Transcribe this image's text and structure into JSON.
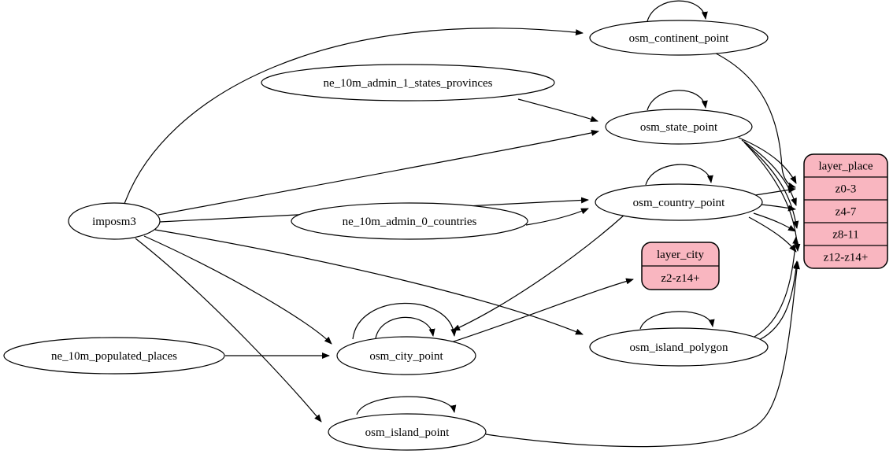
{
  "diagram": {
    "colors": {
      "node_fill": "#ffffff",
      "record_fill": "#f9b6c0",
      "stroke": "#000000",
      "background": "#ffffff"
    },
    "nodes": [
      {
        "id": "imposm3",
        "label": "imposm3"
      },
      {
        "id": "ne_10m_admin_1_states_provinces",
        "label": "ne_10m_admin_1_states_provinces"
      },
      {
        "id": "ne_10m_admin_0_countries",
        "label": "ne_10m_admin_0_countries"
      },
      {
        "id": "ne_10m_populated_places",
        "label": "ne_10m_populated_places"
      },
      {
        "id": "osm_continent_point",
        "label": "osm_continent_point"
      },
      {
        "id": "osm_state_point",
        "label": "osm_state_point"
      },
      {
        "id": "osm_country_point",
        "label": "osm_country_point"
      },
      {
        "id": "osm_city_point",
        "label": "osm_city_point"
      },
      {
        "id": "osm_island_polygon",
        "label": "osm_island_polygon"
      },
      {
        "id": "osm_island_point",
        "label": "osm_island_point"
      }
    ],
    "records": [
      {
        "id": "layer_city",
        "header": "layer_city",
        "rows": [
          "z2-z14+"
        ]
      },
      {
        "id": "layer_place",
        "header": "layer_place",
        "rows": [
          "z0-3",
          "z4-7",
          "z8-11",
          "z12-z14+"
        ]
      }
    ],
    "edges": [
      {
        "from": "imposm3",
        "to": "osm_continent_point"
      },
      {
        "from": "imposm3",
        "to": "osm_state_point"
      },
      {
        "from": "imposm3",
        "to": "osm_country_point"
      },
      {
        "from": "imposm3",
        "to": "osm_city_point"
      },
      {
        "from": "imposm3",
        "to": "osm_island_polygon"
      },
      {
        "from": "imposm3",
        "to": "osm_island_point"
      },
      {
        "from": "ne_10m_admin_1_states_provinces",
        "to": "osm_state_point"
      },
      {
        "from": "ne_10m_admin_0_countries",
        "to": "osm_country_point"
      },
      {
        "from": "ne_10m_populated_places",
        "to": "osm_city_point"
      },
      {
        "from": "osm_continent_point",
        "to": "osm_continent_point",
        "loop": true
      },
      {
        "from": "osm_state_point",
        "to": "osm_state_point",
        "loop": true
      },
      {
        "from": "osm_country_point",
        "to": "osm_country_point",
        "loop": true
      },
      {
        "from": "osm_city_point",
        "to": "osm_city_point",
        "loop": true
      },
      {
        "from": "osm_city_point",
        "to": "osm_city_point",
        "loop": true
      },
      {
        "from": "osm_island_polygon",
        "to": "osm_island_polygon",
        "loop": true
      },
      {
        "from": "osm_island_point",
        "to": "osm_island_point",
        "loop": true
      },
      {
        "from": "osm_country_point",
        "to": "osm_city_point"
      },
      {
        "from": "osm_city_point",
        "to": "layer_city",
        "port": "z2-z14+"
      },
      {
        "from": "osm_continent_point",
        "to": "layer_place",
        "port": "z0-3"
      },
      {
        "from": "osm_state_point",
        "to": "layer_place",
        "port": "z0-3"
      },
      {
        "from": "osm_state_point",
        "to": "layer_place",
        "port": "z4-7"
      },
      {
        "from": "osm_state_point",
        "to": "layer_place",
        "port": "z8-11"
      },
      {
        "from": "osm_state_point",
        "to": "layer_place",
        "port": "z12-z14+"
      },
      {
        "from": "osm_country_point",
        "to": "layer_place",
        "port": "z0-3"
      },
      {
        "from": "osm_country_point",
        "to": "layer_place",
        "port": "z4-7"
      },
      {
        "from": "osm_country_point",
        "to": "layer_place",
        "port": "z8-11"
      },
      {
        "from": "osm_country_point",
        "to": "layer_place",
        "port": "z12-z14+"
      },
      {
        "from": "osm_island_polygon",
        "to": "layer_place",
        "port": "z8-11"
      },
      {
        "from": "osm_island_polygon",
        "to": "layer_place",
        "port": "z12-z14+"
      },
      {
        "from": "osm_island_point",
        "to": "layer_place",
        "port": "z12-z14+"
      }
    ]
  }
}
